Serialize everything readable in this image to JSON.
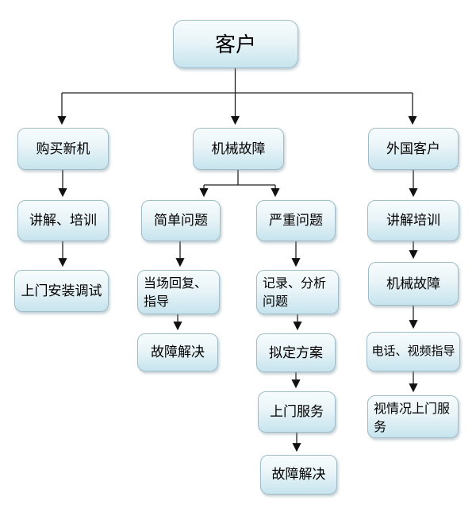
{
  "diagram_type": "flowchart",
  "colors": {
    "box_fill_top": "#f7fcfd",
    "box_fill_bottom": "#c7e4ee",
    "box_border": "#9fbcc8",
    "connector": "#222222",
    "text": "#000000",
    "background": "#ffffff"
  },
  "nodes": {
    "kehu": {
      "label": "客户"
    },
    "goumai_xinji": {
      "label": "购买新机"
    },
    "jixie_guzhang": {
      "label": "机械故障"
    },
    "waiguo_kehu": {
      "label": "外国客户"
    },
    "jiangjie_peixun": {
      "label": "讲解、培训"
    },
    "jiandan_wenti": {
      "label": "简单问题"
    },
    "yanzhong_wenti": {
      "label": "严重问题"
    },
    "jiangjie_peixun2": {
      "label": "讲解培训"
    },
    "shangmen_anzhuang": {
      "label": "上门安装调试"
    },
    "dangchang_huifu": {
      "label": "当场回复、指导"
    },
    "jilu_fenxi": {
      "label": "记录、分析问题"
    },
    "jixie_guzhang2": {
      "label": "机械故障"
    },
    "guzhang_jiejue1": {
      "label": "故障解决"
    },
    "niding_fangan": {
      "label": "拟定方案"
    },
    "dianhua_shipin": {
      "label": "电话、视频指导"
    },
    "shangmen_fuwu": {
      "label": "上门服务"
    },
    "shiqingkuang_fuwu": {
      "label": "视情况上门服务"
    },
    "guzhang_jiejue2": {
      "label": "故障解决"
    }
  },
  "edges": [
    {
      "from": "kehu",
      "to": "goumai_xinji"
    },
    {
      "from": "kehu",
      "to": "jixie_guzhang"
    },
    {
      "from": "kehu",
      "to": "waiguo_kehu"
    },
    {
      "from": "goumai_xinji",
      "to": "jiangjie_peixun"
    },
    {
      "from": "jiangjie_peixun",
      "to": "shangmen_anzhuang"
    },
    {
      "from": "jixie_guzhang",
      "to": "jiandan_wenti"
    },
    {
      "from": "jixie_guzhang",
      "to": "yanzhong_wenti"
    },
    {
      "from": "jiandan_wenti",
      "to": "dangchang_huifu"
    },
    {
      "from": "dangchang_huifu",
      "to": "guzhang_jiejue1"
    },
    {
      "from": "yanzhong_wenti",
      "to": "jilu_fenxi"
    },
    {
      "from": "jilu_fenxi",
      "to": "niding_fangan"
    },
    {
      "from": "niding_fangan",
      "to": "shangmen_fuwu"
    },
    {
      "from": "shangmen_fuwu",
      "to": "guzhang_jiejue2"
    },
    {
      "from": "waiguo_kehu",
      "to": "jiangjie_peixun2"
    },
    {
      "from": "jiangjie_peixun2",
      "to": "jixie_guzhang2"
    },
    {
      "from": "jixie_guzhang2",
      "to": "dianhua_shipin"
    },
    {
      "from": "dianhua_shipin",
      "to": "shiqingkuang_fuwu"
    }
  ]
}
